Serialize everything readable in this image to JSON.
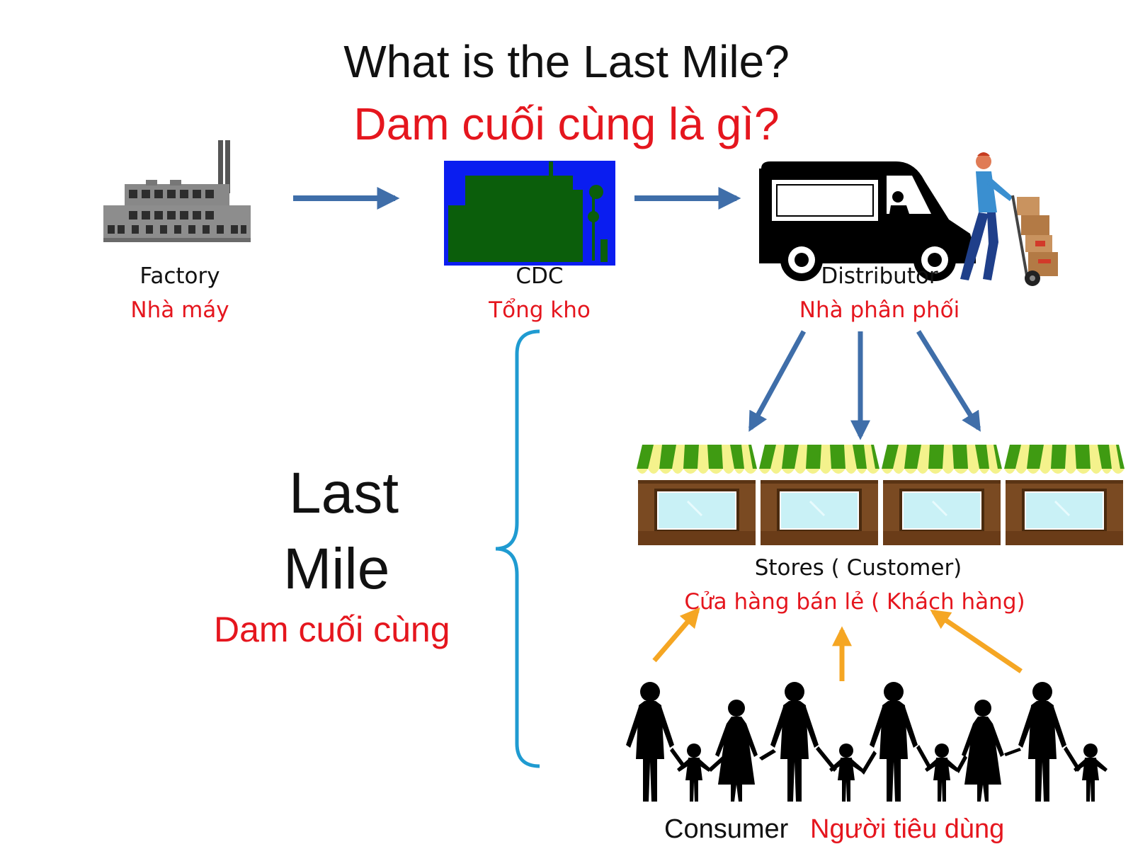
{
  "title": {
    "en": "What is the Last Mile?",
    "vi": "Dam cuối cùng là gì?"
  },
  "nodes": {
    "factory": {
      "en": "Factory",
      "vi": "Nhà máy",
      "icon": "factory-icon"
    },
    "cdc": {
      "en": "CDC",
      "vi": "Tổng kho",
      "icon": "warehouse-icon"
    },
    "distributor": {
      "en": "Distributor",
      "vi": "Nhà phân phối",
      "icon": "delivery-truck-icon"
    },
    "stores": {
      "en": "Stores ( Customer)",
      "vi": "Cửa hàng bán lẻ ( Khách hàng)",
      "icon": "storefront-icon",
      "count": 4
    },
    "consumer": {
      "en": "Consumer",
      "vi": "Người tiêu dùng",
      "icon": "family-silhouette-icon"
    }
  },
  "last_mile": {
    "line1": "Last",
    "line2": "Mile",
    "vi": "Dam cuối cùng"
  },
  "colors": {
    "blue_arrow": "#3f6ea9",
    "orange_arrow": "#f5a623",
    "brace": "#1f9bd1",
    "red_text": "#e5161e",
    "warehouse_bg": "#0a1df0",
    "warehouse_building": "#0b5e0b",
    "awning_green": "#3f9b12",
    "awning_yellow": "#f4f28c",
    "store_wood": "#7a4a22",
    "store_window": "#c9f1f6"
  }
}
